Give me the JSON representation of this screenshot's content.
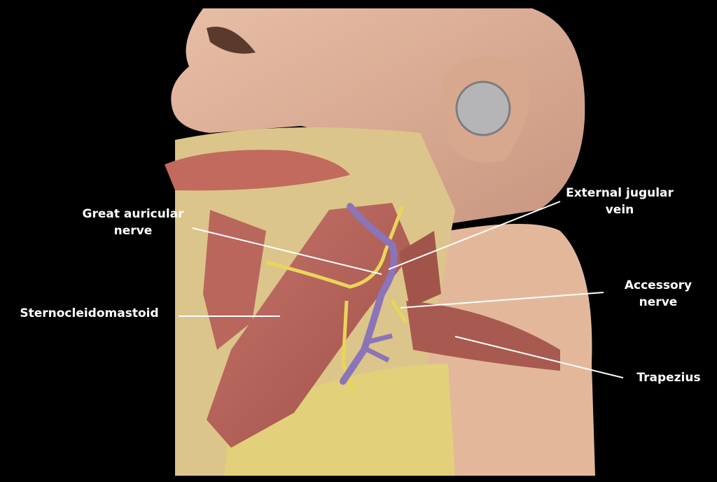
{
  "labels": {
    "great_auricular": [
      "Great auricular",
      "nerve"
    ],
    "external_jugular": [
      "External jugular",
      "vein"
    ],
    "accessory": [
      "Accessory",
      "nerve"
    ],
    "sternocleidomastoid": "Sternocleidomastoid",
    "trapezius": "Trapezius"
  },
  "colors": {
    "background": "#000000",
    "skin": "#e2b49a",
    "muscle": "#b8665a",
    "fat": "#e6d58a",
    "nerve": "#e8d65a",
    "vein": "#8b74b8",
    "leader": "#ffffff"
  }
}
